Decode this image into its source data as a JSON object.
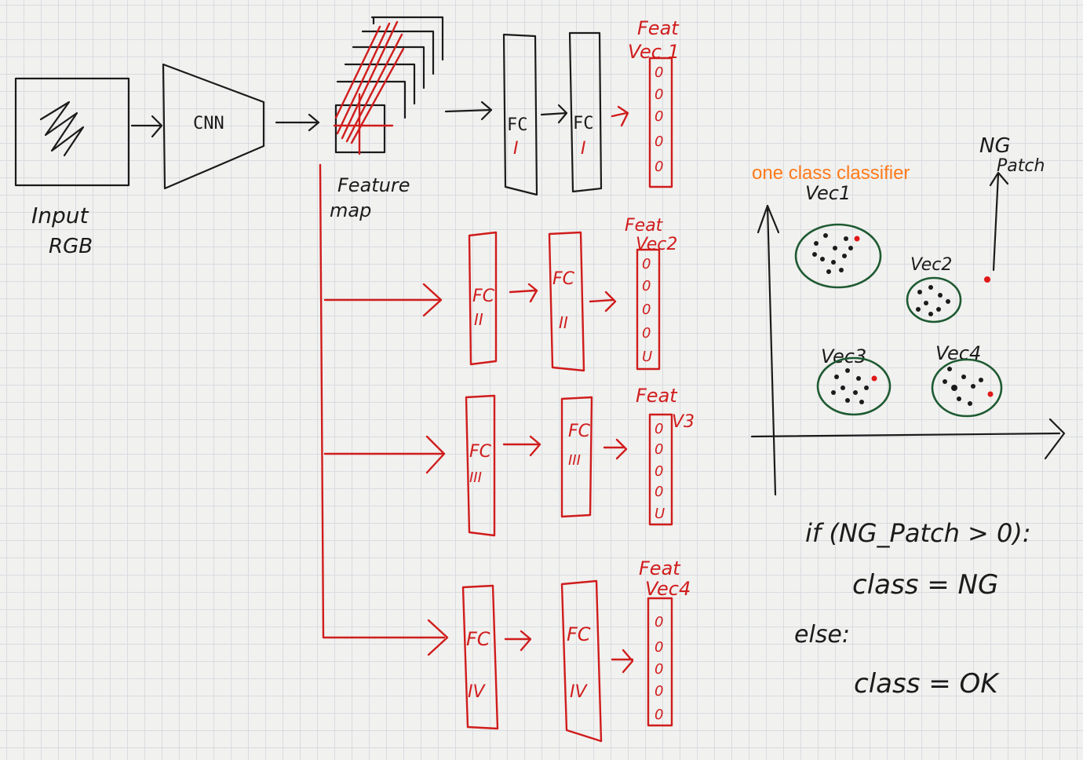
{
  "input_label": [
    "Input",
    "RGB"
  ],
  "cnn_label": "CNN",
  "feature_map_label": [
    "Feature",
    "map"
  ],
  "branches": [
    {
      "fc_label": "FC",
      "numeral": "I",
      "feat_title": [
        "Feat",
        "Vec 1"
      ],
      "cells": [
        "0",
        "0",
        "0",
        "0",
        "0"
      ]
    },
    {
      "fc_label": "FC",
      "numeral": "II",
      "feat_title": [
        "Feat",
        "Vec2"
      ],
      "cells": [
        "0",
        "0",
        "0",
        "0",
        "U"
      ]
    },
    {
      "fc_label": "FC",
      "numeral": "III",
      "feat_title": [
        "Feat",
        "V3"
      ],
      "cells": [
        "0",
        "0",
        "0",
        "0",
        "U"
      ]
    },
    {
      "fc_label": "FC",
      "numeral": "IV",
      "feat_title": [
        "Feat",
        "Vec4"
      ],
      "cells": [
        "0",
        "0",
        "0",
        "0",
        "0"
      ]
    }
  ],
  "classifier": {
    "title": "one class classifier",
    "cluster_labels": [
      "Vec1",
      "Vec2",
      "Vec3",
      "Vec4"
    ],
    "ng_label": [
      "NG",
      "Patch"
    ]
  },
  "rule_lines": [
    "if (NG_Patch > 0):",
    "class = NG",
    "else:",
    "class = OK"
  ],
  "colors": {
    "ink": "#1b1b1b",
    "red_ink": "#d01c1c",
    "cluster": "#1e5a32",
    "title": "#ff7a1a"
  }
}
